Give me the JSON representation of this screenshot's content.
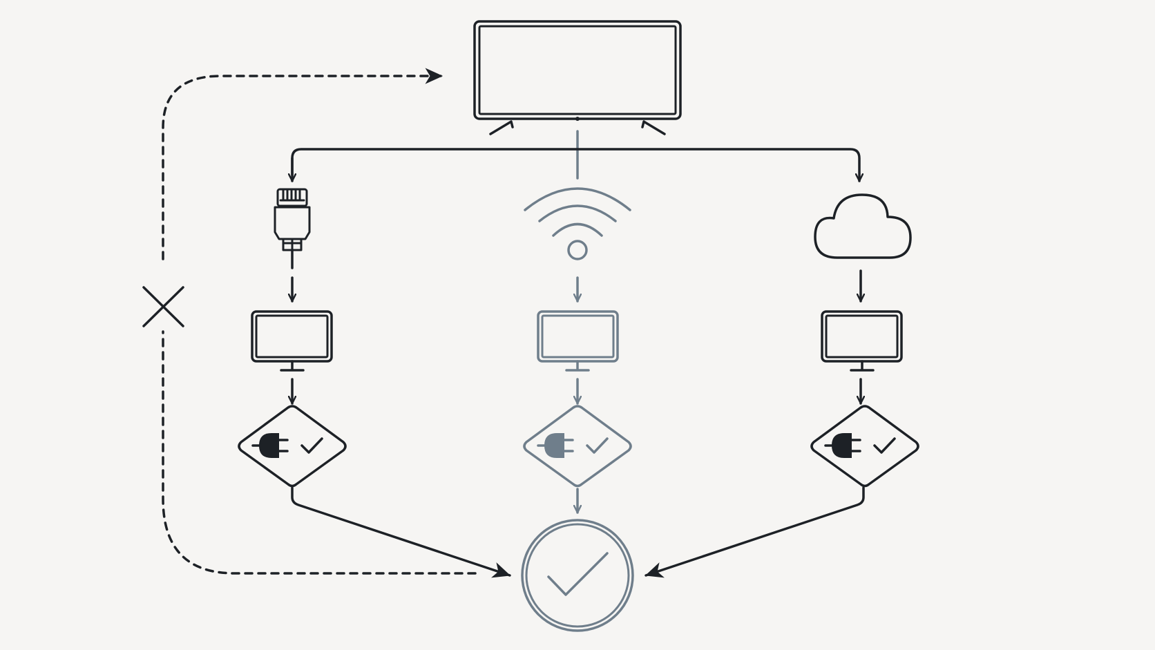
{
  "diagram": {
    "colors": {
      "background": "#f6f5f3",
      "primary_stroke": "#1d2126",
      "muted_stroke": "#6f7e8b"
    },
    "nodes": [
      {
        "id": "tv",
        "icon": "tv-icon"
      },
      {
        "id": "ethernet",
        "icon": "ethernet-cable-icon"
      },
      {
        "id": "wifi",
        "icon": "wifi-icon"
      },
      {
        "id": "cloud",
        "icon": "cloud-icon"
      },
      {
        "id": "monitor-left",
        "icon": "monitor-icon"
      },
      {
        "id": "monitor-center",
        "icon": "monitor-icon"
      },
      {
        "id": "monitor-right",
        "icon": "monitor-icon"
      },
      {
        "id": "check-left",
        "icon": "plug-check-diamond-icon"
      },
      {
        "id": "check-center",
        "icon": "plug-check-diamond-icon"
      },
      {
        "id": "check-right",
        "icon": "plug-check-diamond-icon"
      },
      {
        "id": "success",
        "icon": "checkmark-circle-icon"
      },
      {
        "id": "blocked",
        "icon": "x-mark-icon"
      }
    ],
    "edges": [
      {
        "from": "tv",
        "to": "ethernet",
        "style": "solid"
      },
      {
        "from": "tv",
        "to": "wifi",
        "style": "solid"
      },
      {
        "from": "tv",
        "to": "cloud",
        "style": "solid"
      },
      {
        "from": "ethernet",
        "to": "monitor-left",
        "style": "solid"
      },
      {
        "from": "wifi",
        "to": "monitor-center",
        "style": "solid"
      },
      {
        "from": "cloud",
        "to": "monitor-right",
        "style": "solid"
      },
      {
        "from": "monitor-left",
        "to": "check-left",
        "style": "solid"
      },
      {
        "from": "monitor-center",
        "to": "check-center",
        "style": "solid"
      },
      {
        "from": "monitor-right",
        "to": "check-right",
        "style": "solid"
      },
      {
        "from": "check-left",
        "to": "success",
        "style": "solid"
      },
      {
        "from": "check-center",
        "to": "success",
        "style": "solid"
      },
      {
        "from": "check-right",
        "to": "success",
        "style": "solid"
      },
      {
        "from": "success",
        "to": "tv",
        "style": "dashed",
        "blocked": true
      }
    ]
  }
}
